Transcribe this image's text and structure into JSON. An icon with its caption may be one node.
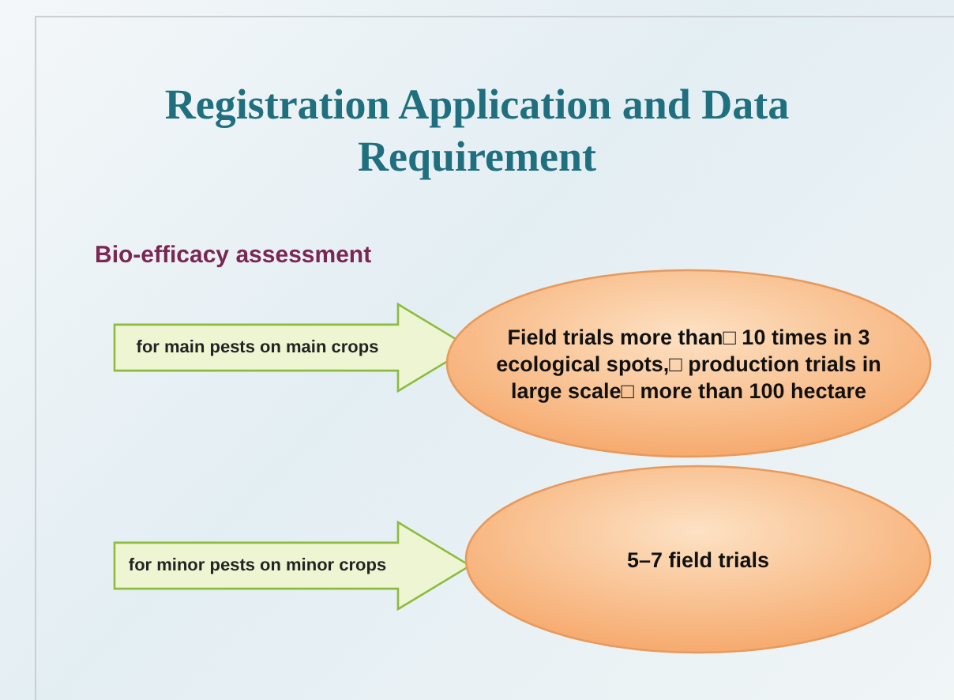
{
  "diagram": {
    "title": "Registration Application and Data Requirement",
    "nodes": [
      {
        "text": [
          "for main pests on main crops"
        ]
      },
      {
        "text": [
          "Field trials more than□ 10 times in 3 ecological spots,□ production trials in large scale□ more than 100 hectare"
        ]
      },
      {
        "text": [
          "for minor pests on minor crops"
        ]
      },
      {
        "text": [
          "5–7 field trials"
        ]
      }
    ],
    "labels": [
      "Bio-efficacy assessment"
    ]
  }
}
